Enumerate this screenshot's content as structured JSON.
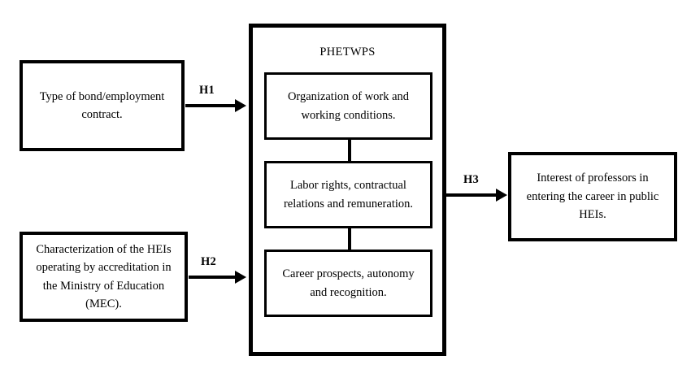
{
  "diagram": {
    "title": "PHETWPS",
    "background_color": "#ffffff",
    "line_color": "#000000",
    "left_boxes": [
      {
        "id": "type-of-bond",
        "text": "Type of bond/employment\ncontract."
      },
      {
        "id": "characterization-heis",
        "text": "Characterization of the HEIs\noperating by accreditation in\nthe Ministry of Education\n(MEC)."
      }
    ],
    "container": {
      "label": "PHETWPS",
      "inner_boxes": [
        {
          "id": "organization-of-work",
          "text": "Organization of work and\nworking conditions."
        },
        {
          "id": "labor-rights",
          "text": "Labor rights, contractual\nrelations and remuneration."
        },
        {
          "id": "career-prospects",
          "text": "Career prospects, autonomy\nand recognition."
        }
      ]
    },
    "right_box": {
      "id": "interest-of-professors",
      "text": "Interest of professors in\nentering the career in public\nHEIs."
    },
    "hypotheses": [
      {
        "id": "h1",
        "label": "H1"
      },
      {
        "id": "h2",
        "label": "H2"
      },
      {
        "id": "h3",
        "label": "H3"
      }
    ]
  }
}
